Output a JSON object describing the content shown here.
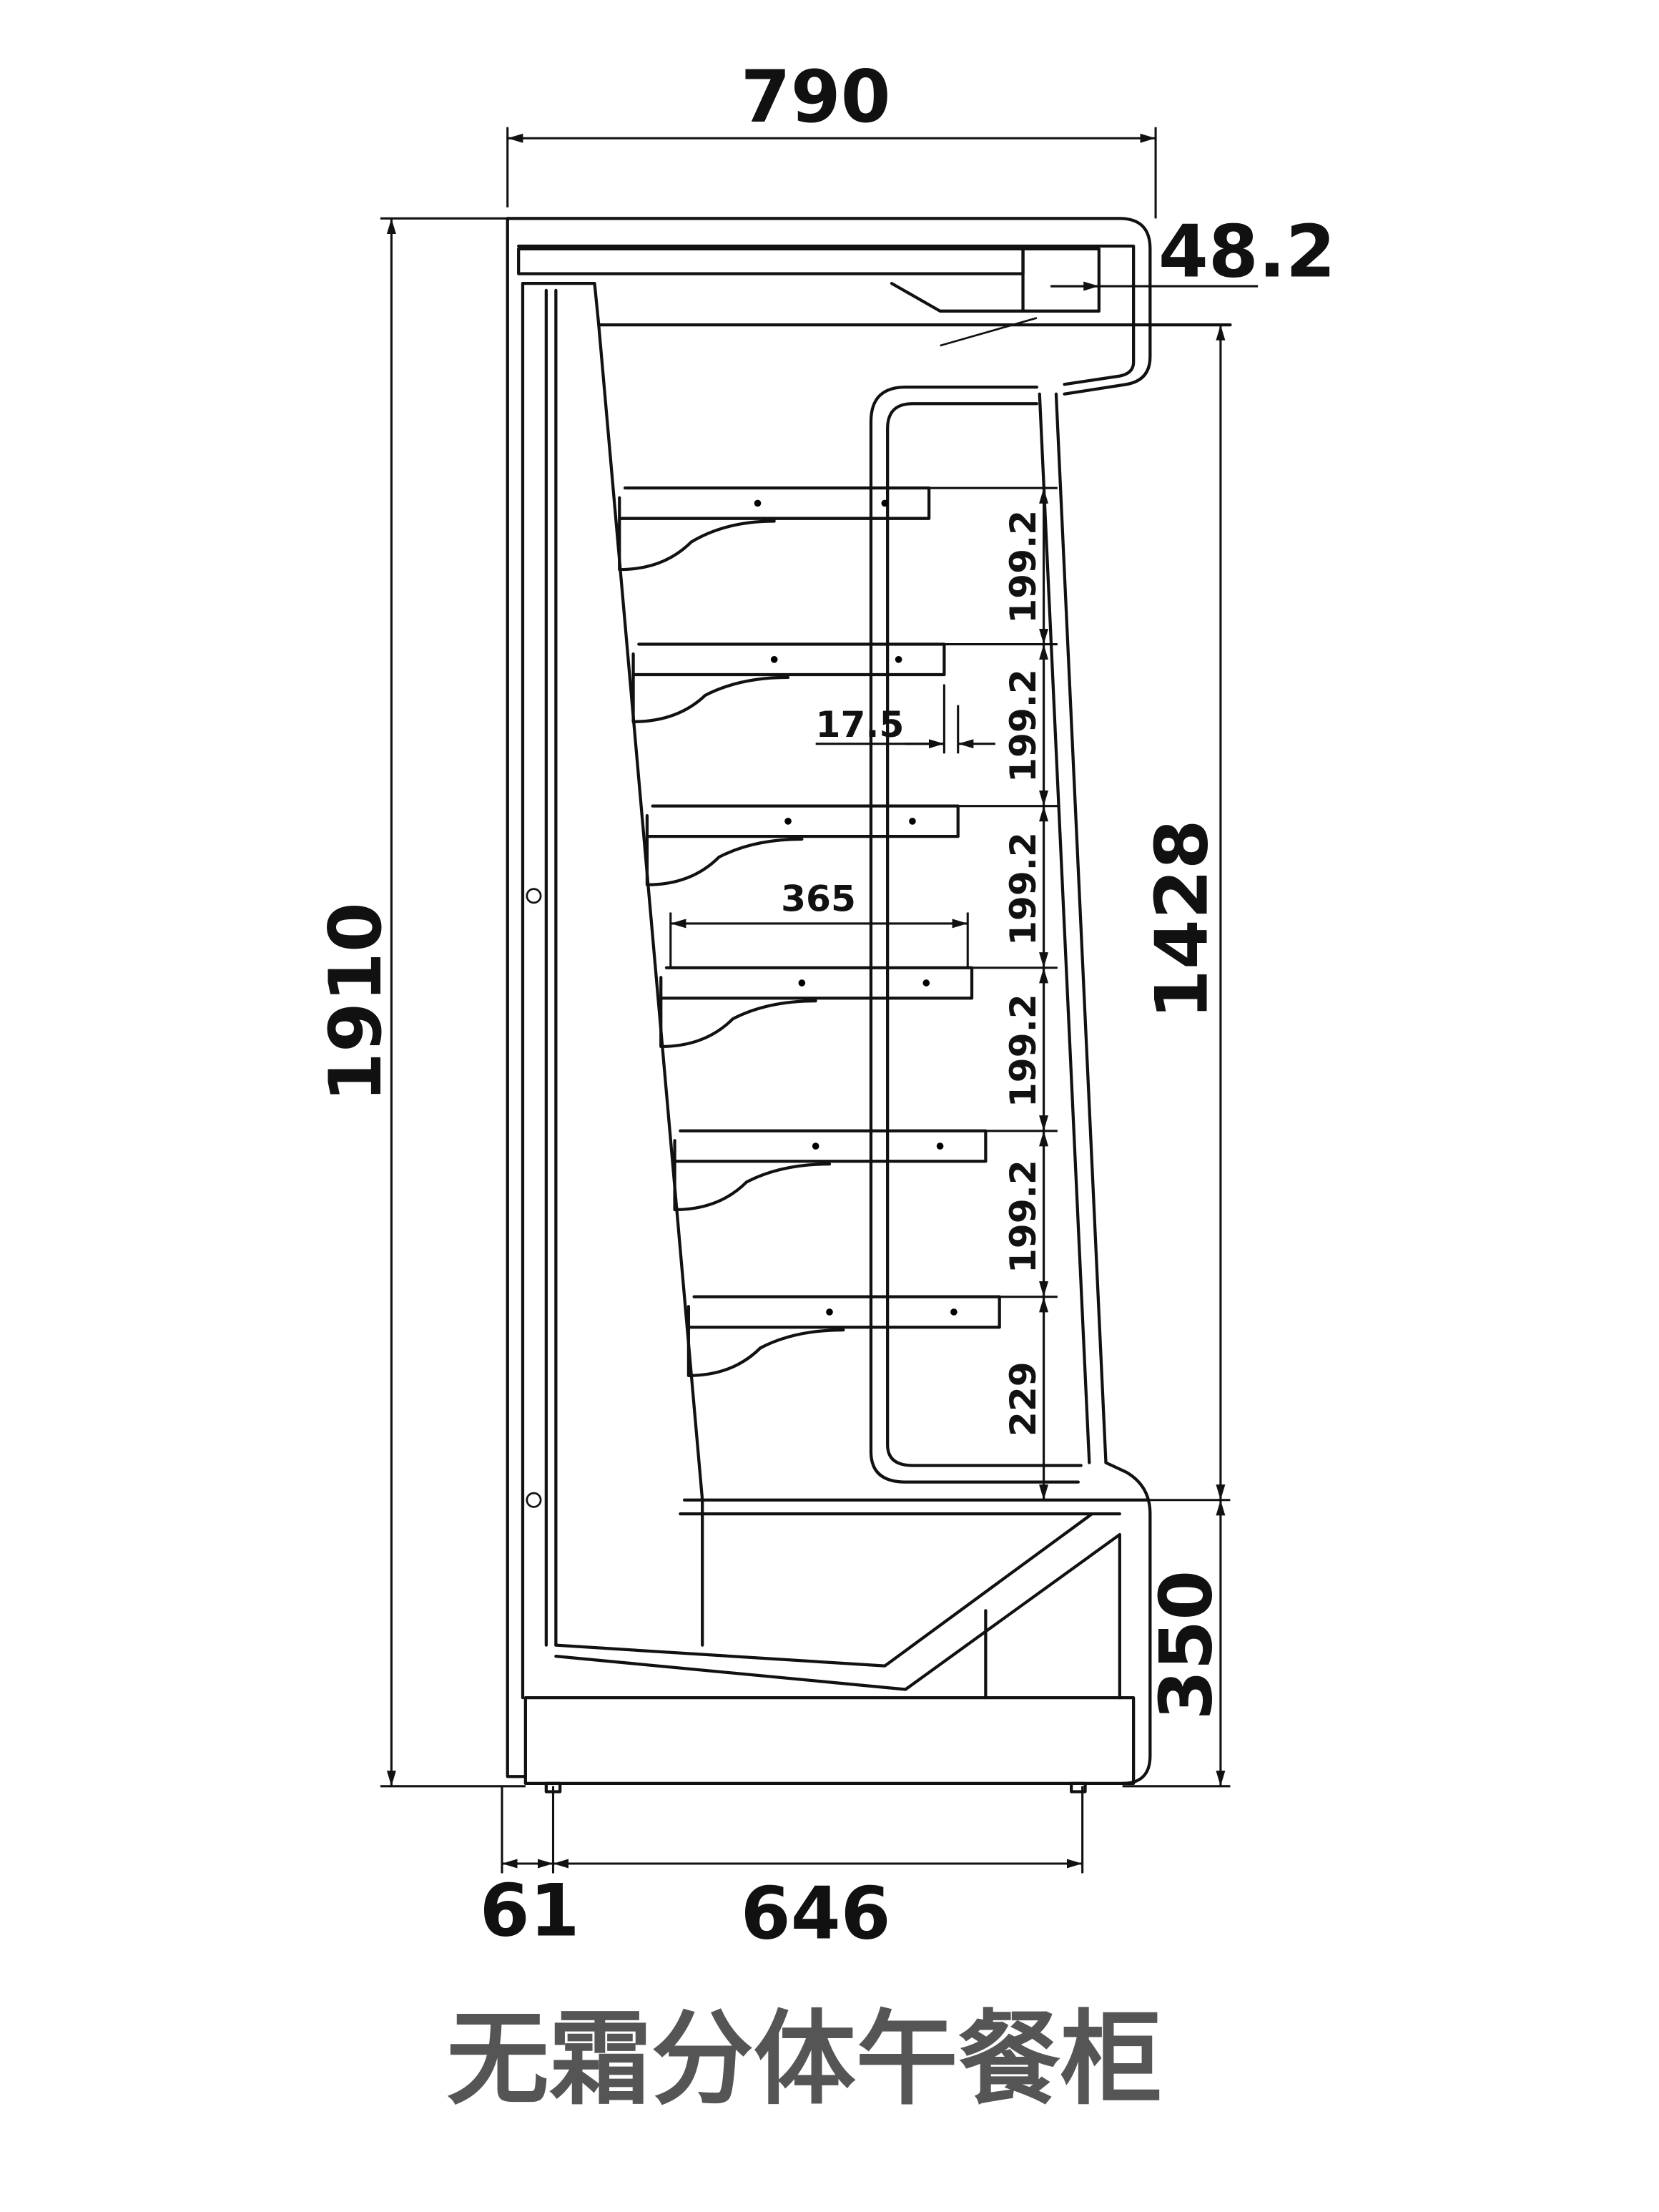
{
  "dimensions": {
    "overall_depth": "790",
    "overall_height": "1910",
    "display_height": "1428",
    "base_height": "350",
    "top_offset": "48.2",
    "foot_offset": "61",
    "foot_span": "646",
    "shelf_spacing": [
      "199.2",
      "199.2",
      "199.2",
      "199.2",
      "199.2"
    ],
    "bottom_shelf_gap": "229",
    "shelf_step": "17.5",
    "shelf_depth": "365"
  },
  "title": "无霜分体午餐柜",
  "colors": {
    "line": "#111111",
    "title": "#555555"
  }
}
